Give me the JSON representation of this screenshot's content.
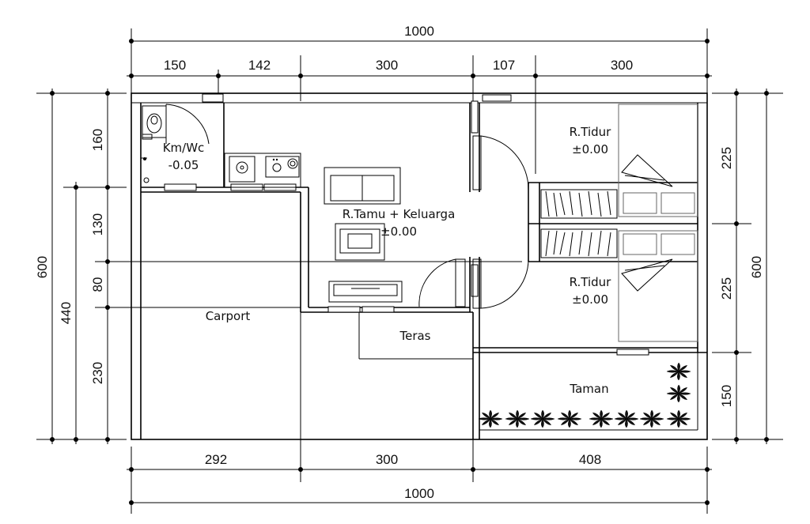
{
  "dimensions": {
    "top_total": "1000",
    "top_segments": [
      "150",
      "142",
      "300",
      "107",
      "300"
    ],
    "bottom_segments": [
      "292",
      "300",
      "408"
    ],
    "bottom_total": "1000",
    "left_outer": "600",
    "left_middle": "440",
    "left_segments": [
      "160",
      "130",
      "80",
      "230"
    ],
    "right_segments": [
      "225",
      "225",
      "150"
    ],
    "right_outer": "600"
  },
  "rooms": {
    "kmwc": {
      "name": "Km/Wc",
      "level": "-0.05"
    },
    "tamu": {
      "name": "R.Tamu + Keluarga",
      "level": "±0.00"
    },
    "tidur1": {
      "name": "R.Tidur",
      "level": "±0.00"
    },
    "tidur2": {
      "name": "R.Tidur",
      "level": "±0.00"
    },
    "carport": {
      "name": "Carport"
    },
    "teras": {
      "name": "Teras"
    },
    "taman": {
      "name": "Taman"
    }
  },
  "icons": [
    "toilet-icon",
    "sink-icon",
    "stove-icon",
    "sofa-icon",
    "table-icon",
    "bed-icon",
    "wardrobe-icon",
    "palm-plant-icon",
    "door-swing-icon",
    "window-icon"
  ]
}
